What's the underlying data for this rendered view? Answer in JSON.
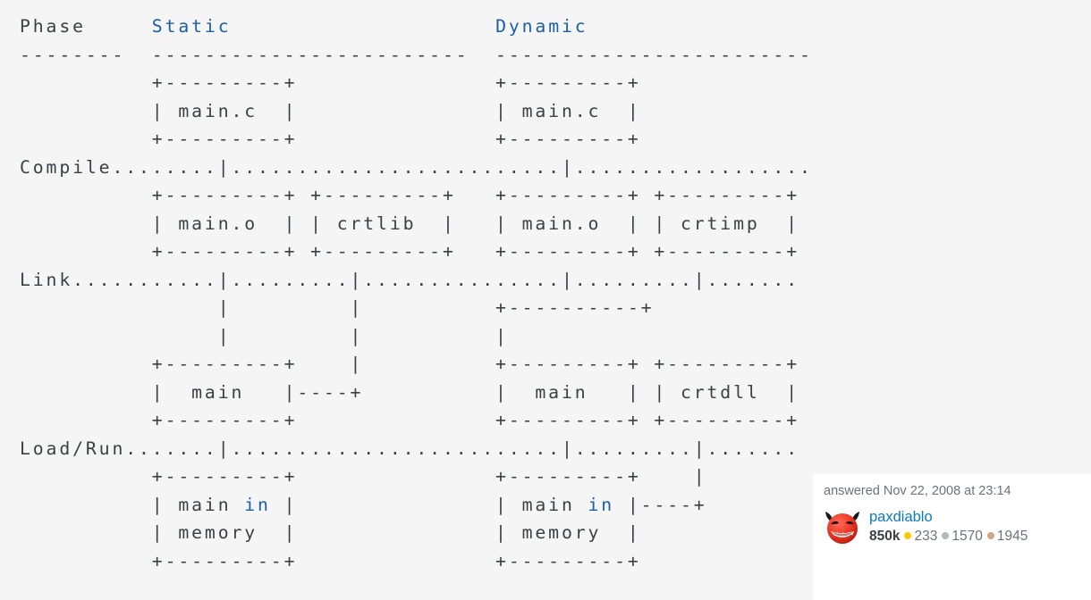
{
  "diagram": {
    "type": "ascii-art",
    "description": "Static vs dynamic linking phases ASCII diagram",
    "columns": [
      "Phase",
      "Static",
      "Dynamic"
    ],
    "phases": [
      "Compile",
      "Link",
      "Load/Run"
    ],
    "boxes_static": [
      "main.c",
      "main.o",
      "crtlib",
      "main",
      "main in memory"
    ],
    "boxes_dynamic": [
      "main.c",
      "main.o",
      "crtimp",
      "main",
      "crtdll",
      "main in memory"
    ],
    "keyword_highlight": "in",
    "lines": [
      "Phase     Static                    Dynamic",
      "--------  ------------------------  ------------------------",
      "          +---------+               +---------+",
      "          | main.c  |               | main.c  |",
      "          +---------+               +---------+",
      "Compile........|.........................|..................",
      "          +---------+ +---------+   +---------+ +---------+",
      "          | main.o  | | crtlib  |   | main.o  | | crtimp  |",
      "          +---------+ +---------+   +---------+ +---------+",
      "Link...........|.........|...............|.........|.......",
      "               |         |          +----------+",
      "               |         |          |",
      "          +---------+    |          +---------+ +---------+",
      "          |  main   |----+          |  main   | | crtdll  |",
      "          +---------+               +---------+ +---------+",
      "Load/Run.......|.........................|.........|.......",
      "          +---------+               +---------+    |",
      "          | main in |               | main in |----+",
      "          | memory  |               | memory  |",
      "          +---------+               +---------+"
    ]
  },
  "attribution": {
    "answered_label": "answered Nov 22, 2008 at 23:14",
    "username": "paxdiablo",
    "reputation": "850k",
    "gold_badges": "233",
    "silver_badges": "1570",
    "bronze_badges": "1945",
    "avatar_icon": "devil-emoji-avatar"
  },
  "colors": {
    "page_background": "#f5f5f5",
    "card_background": "#ffffff",
    "code_text": "#3b4045",
    "keyword_blue": "#1b5fa8",
    "link_blue": "#0a7bc2",
    "muted_text": "#6a737c",
    "gold": "#ffcc01",
    "silver": "#b4b8bc",
    "bronze": "#d1a684",
    "avatar_red": "#e8392a"
  }
}
